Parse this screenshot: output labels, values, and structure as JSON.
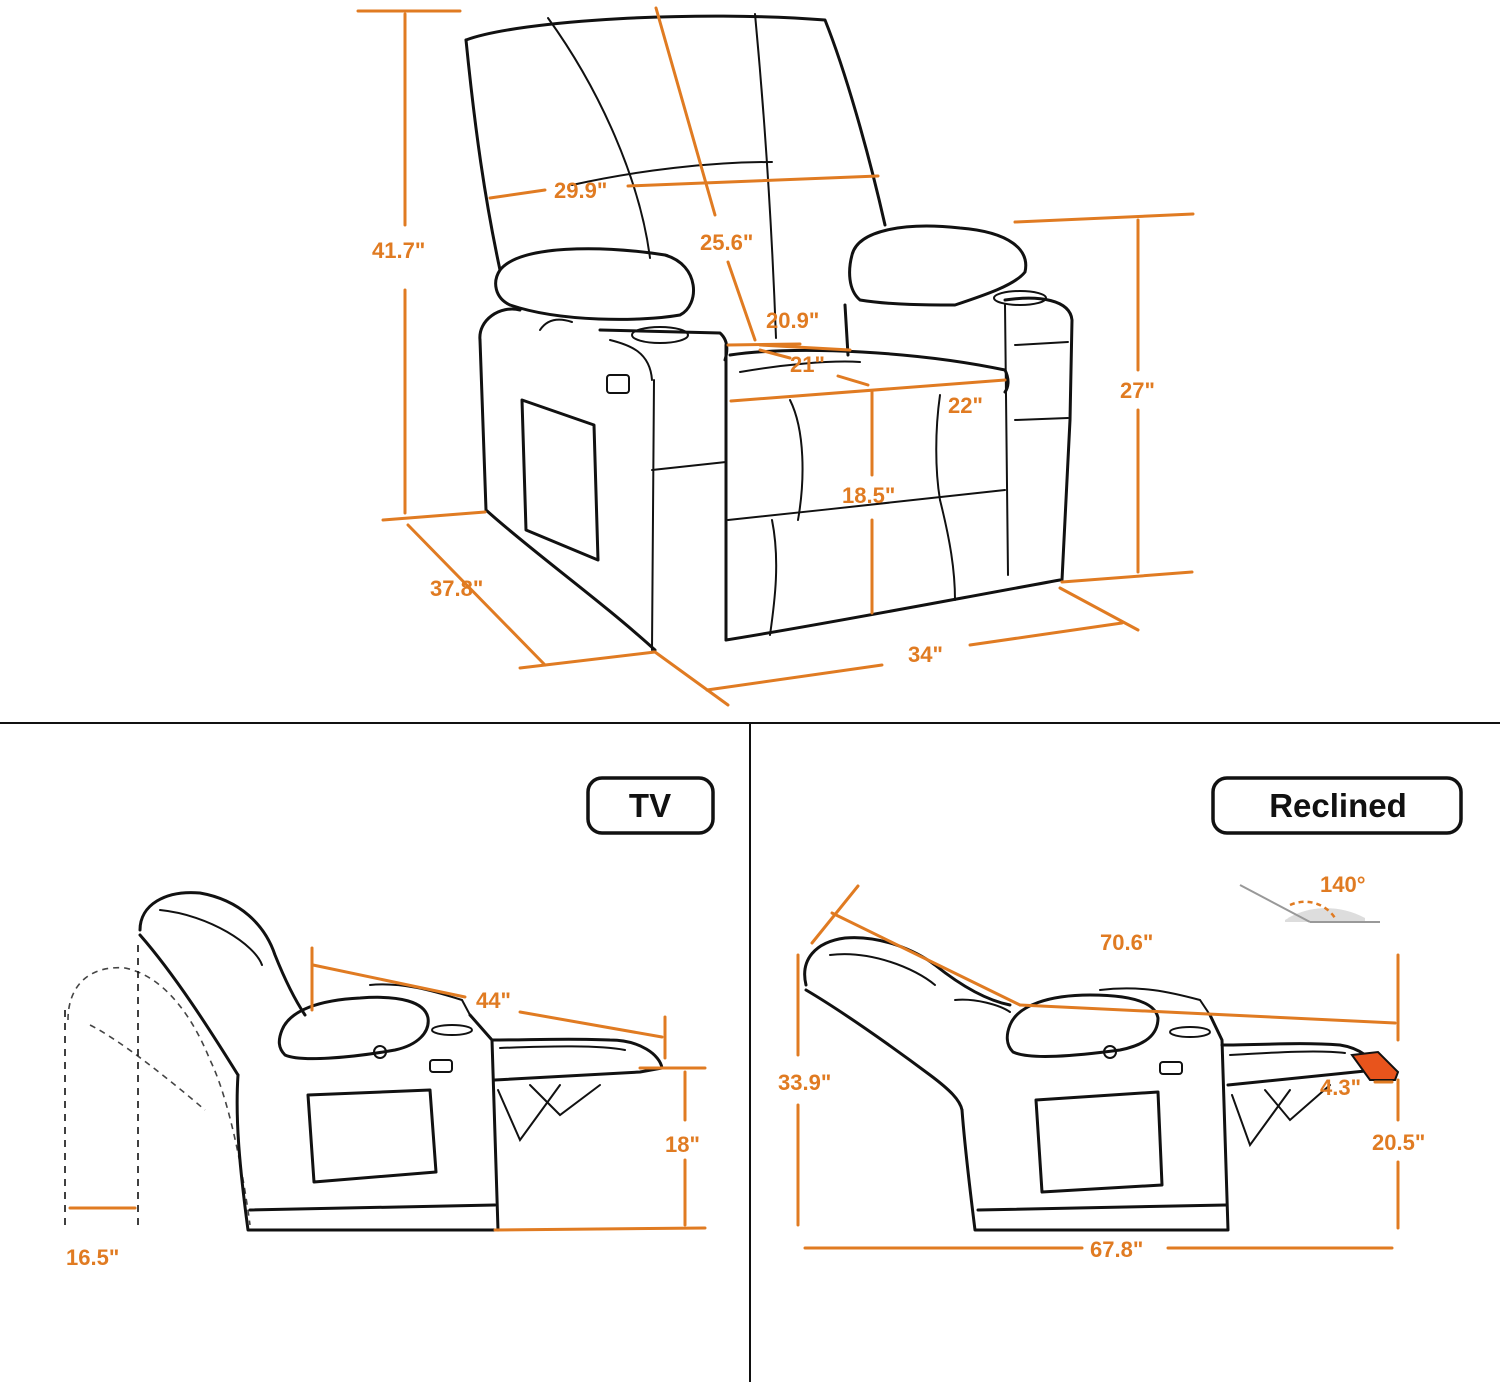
{
  "colors": {
    "dimension": "#e07b22",
    "outline": "#111111",
    "background": "#ffffff",
    "footrest_highlight": "#e8541c"
  },
  "front_view": {
    "overall_height": "41.7\"",
    "back_width": "29.9\"",
    "back_height": "25.6\"",
    "seat_depth": "20.9\"",
    "inner_width": "21\"",
    "seat_width": "22\"",
    "arm_height": "27\"",
    "seat_height": "18.5\"",
    "depth": "37.8\"",
    "width": "34\""
  },
  "tv_view": {
    "label": "TV",
    "length": "44\"",
    "footrest_height": "18\"",
    "wall_clearance": "16.5\""
  },
  "reclined_view": {
    "label": "Reclined",
    "angle": "140°",
    "diagonal": "70.6\"",
    "height": "33.9\"",
    "footrest_tilt": "4.3\"",
    "footrest_height": "20.5\"",
    "length": "67.8\""
  }
}
